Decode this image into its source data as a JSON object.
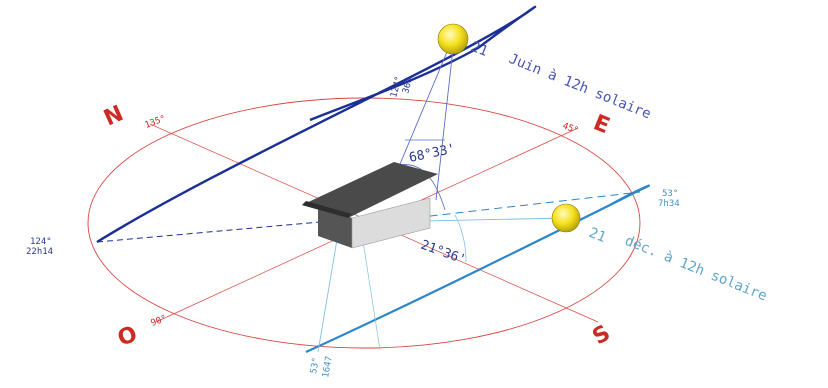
{
  "cardinals": {
    "north": "N",
    "east": "E",
    "south": "S",
    "west": "O"
  },
  "small_degrees": {
    "north": "135°",
    "east": "45°",
    "west": "90°"
  },
  "labels": {
    "june_day": "21",
    "june_text": "Juin à 12h solaire",
    "dec_day": "21",
    "dec_text": "déc. à 12h solaire"
  },
  "angles": {
    "june_altitude": "68°33'",
    "dec_altitude": "21°36'",
    "june_azimuth_top": "124°",
    "june_azimuth_bottom": "360",
    "west_az_top": "124°",
    "west_az_bottom": "22h14",
    "east_az_top": "53°",
    "east_az_bottom": "7h34",
    "south_az_top": "53°",
    "south_az_bottom": "1647"
  },
  "colors": {
    "compass": "#cc2a22",
    "june_path": "#1c2f96",
    "dec_path": "#2c86c8",
    "sun": "#f5e11c",
    "house_roof": "#4a4a4a"
  }
}
